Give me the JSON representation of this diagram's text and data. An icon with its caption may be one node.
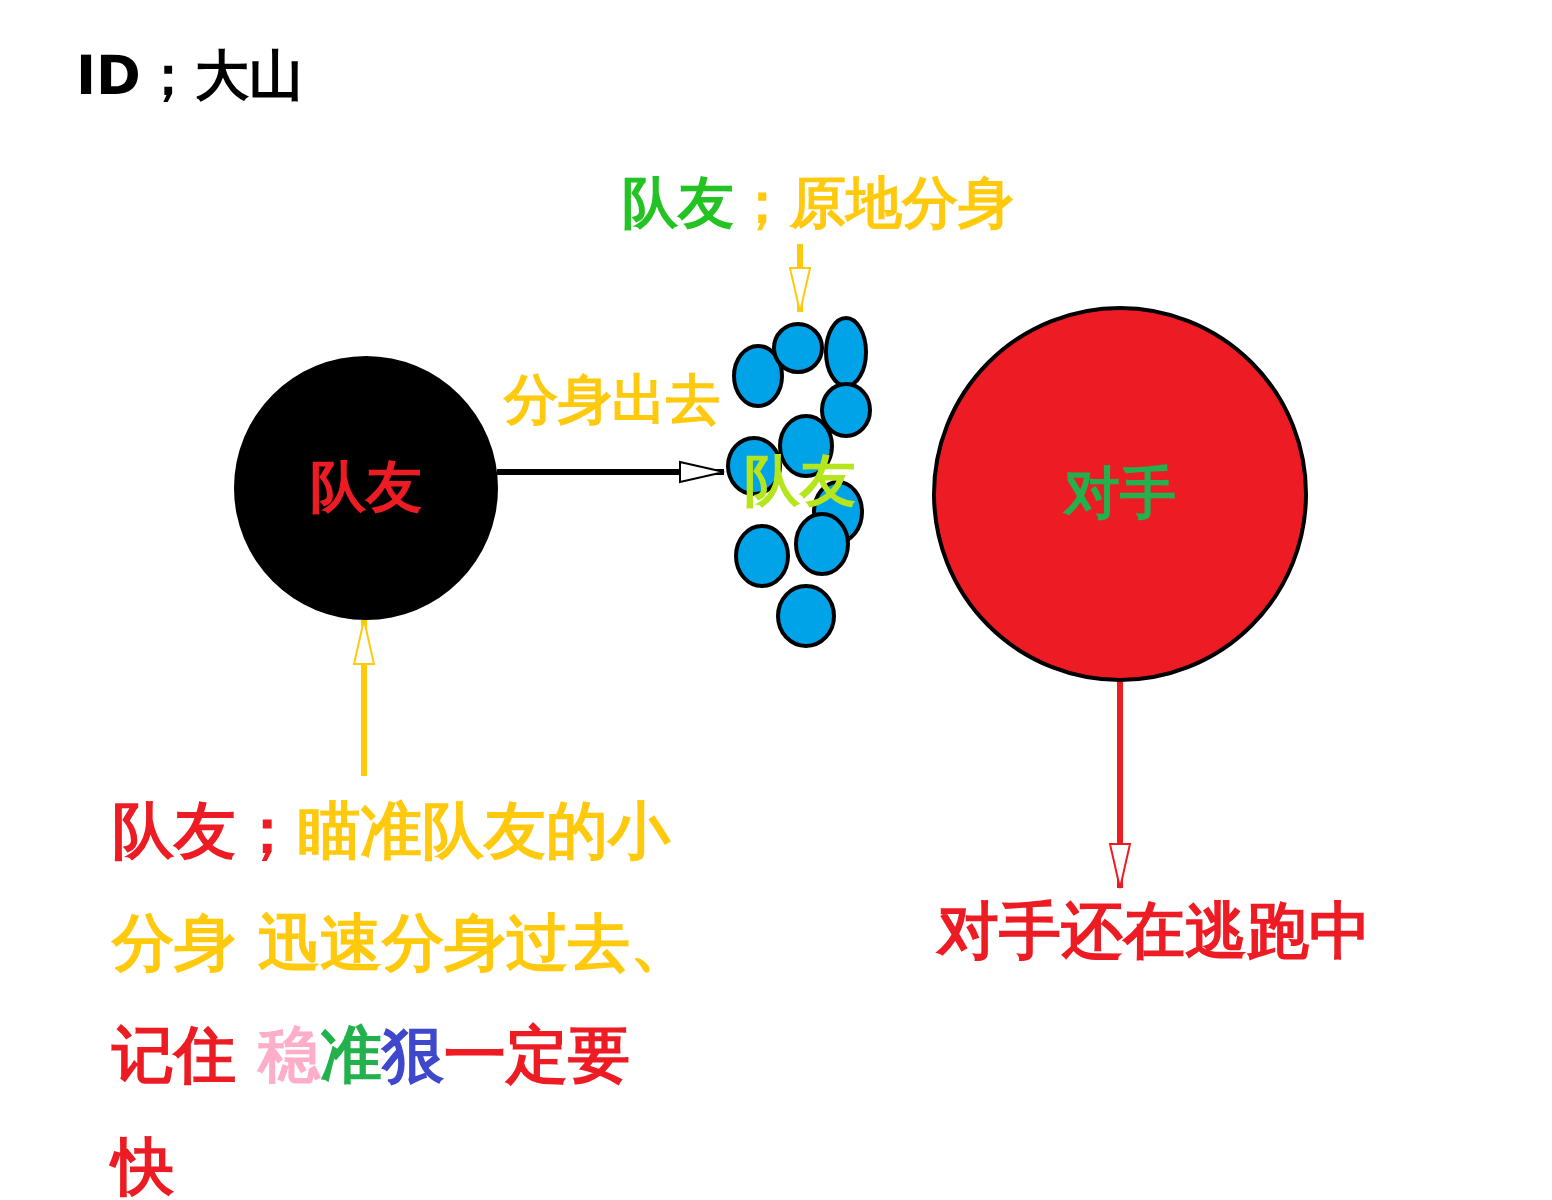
{
  "diagram": {
    "title": "ID；大山",
    "nodes": [
      {
        "text": [
          "队友"
        ]
      },
      {
        "text": [
          "队友"
        ]
      },
      {
        "text": [
          "对手"
        ]
      },
      {
        "text": [
          "队友",
          "；原地分身"
        ]
      },
      {
        "text": [
          "队友；瞄准队友的小分身 迅速分身过去、记住 稳准狠一定要快"
        ]
      },
      {
        "text": [
          "对手还在逃跑中"
        ]
      }
    ],
    "edges": [
      {
        "from": 0,
        "to": 1,
        "arrow": "to",
        "label": "分身出去",
        "color": "#000000"
      },
      {
        "from": 3,
        "to": 1,
        "arrow": "to"
      },
      {
        "from": 4,
        "to": 0,
        "arrow": "to"
      },
      {
        "from": 2,
        "to": 5,
        "arrow": "to",
        "color": "#ed1c24"
      }
    ]
  }
}
